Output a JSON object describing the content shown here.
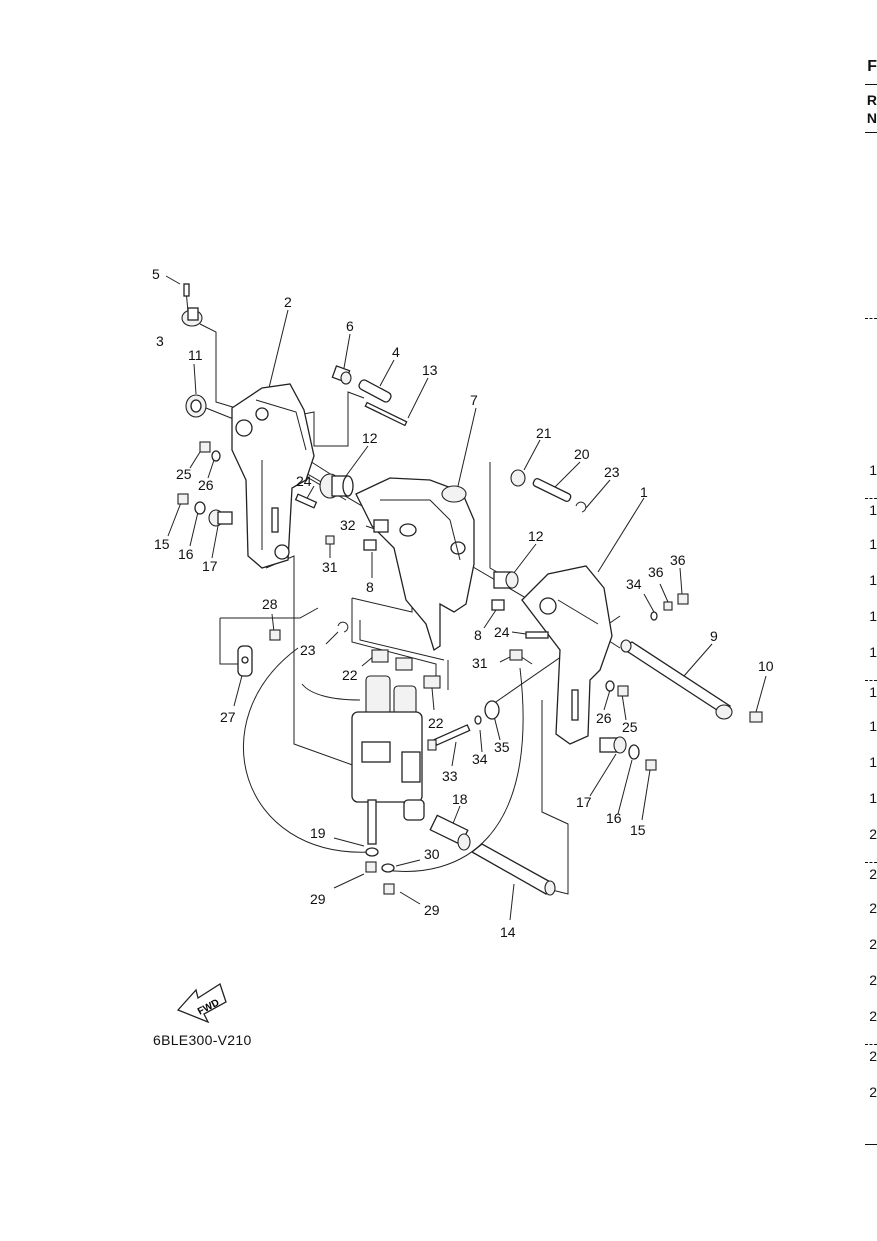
{
  "diagram_code": "6BLE300-V210",
  "fwd_label": "FWD",
  "callouts": [
    "1",
    "2",
    "3",
    "4",
    "5",
    "6",
    "7",
    "8",
    "9",
    "10",
    "11",
    "12",
    "13",
    "14",
    "15",
    "16",
    "17",
    "18",
    "19",
    "20",
    "21",
    "22",
    "23",
    "24",
    "25",
    "26",
    "27",
    "28",
    "29",
    "30",
    "31",
    "32",
    "33",
    "34",
    "35",
    "36"
  ],
  "right_edge": {
    "header_letters": [
      "F",
      "R",
      "N"
    ],
    "row_digits": [
      "1",
      "1",
      "1",
      "1",
      "1",
      "1",
      "1",
      "1",
      "1",
      "1",
      "2",
      "2",
      "2",
      "2",
      "2",
      "2",
      "2",
      "2"
    ]
  }
}
